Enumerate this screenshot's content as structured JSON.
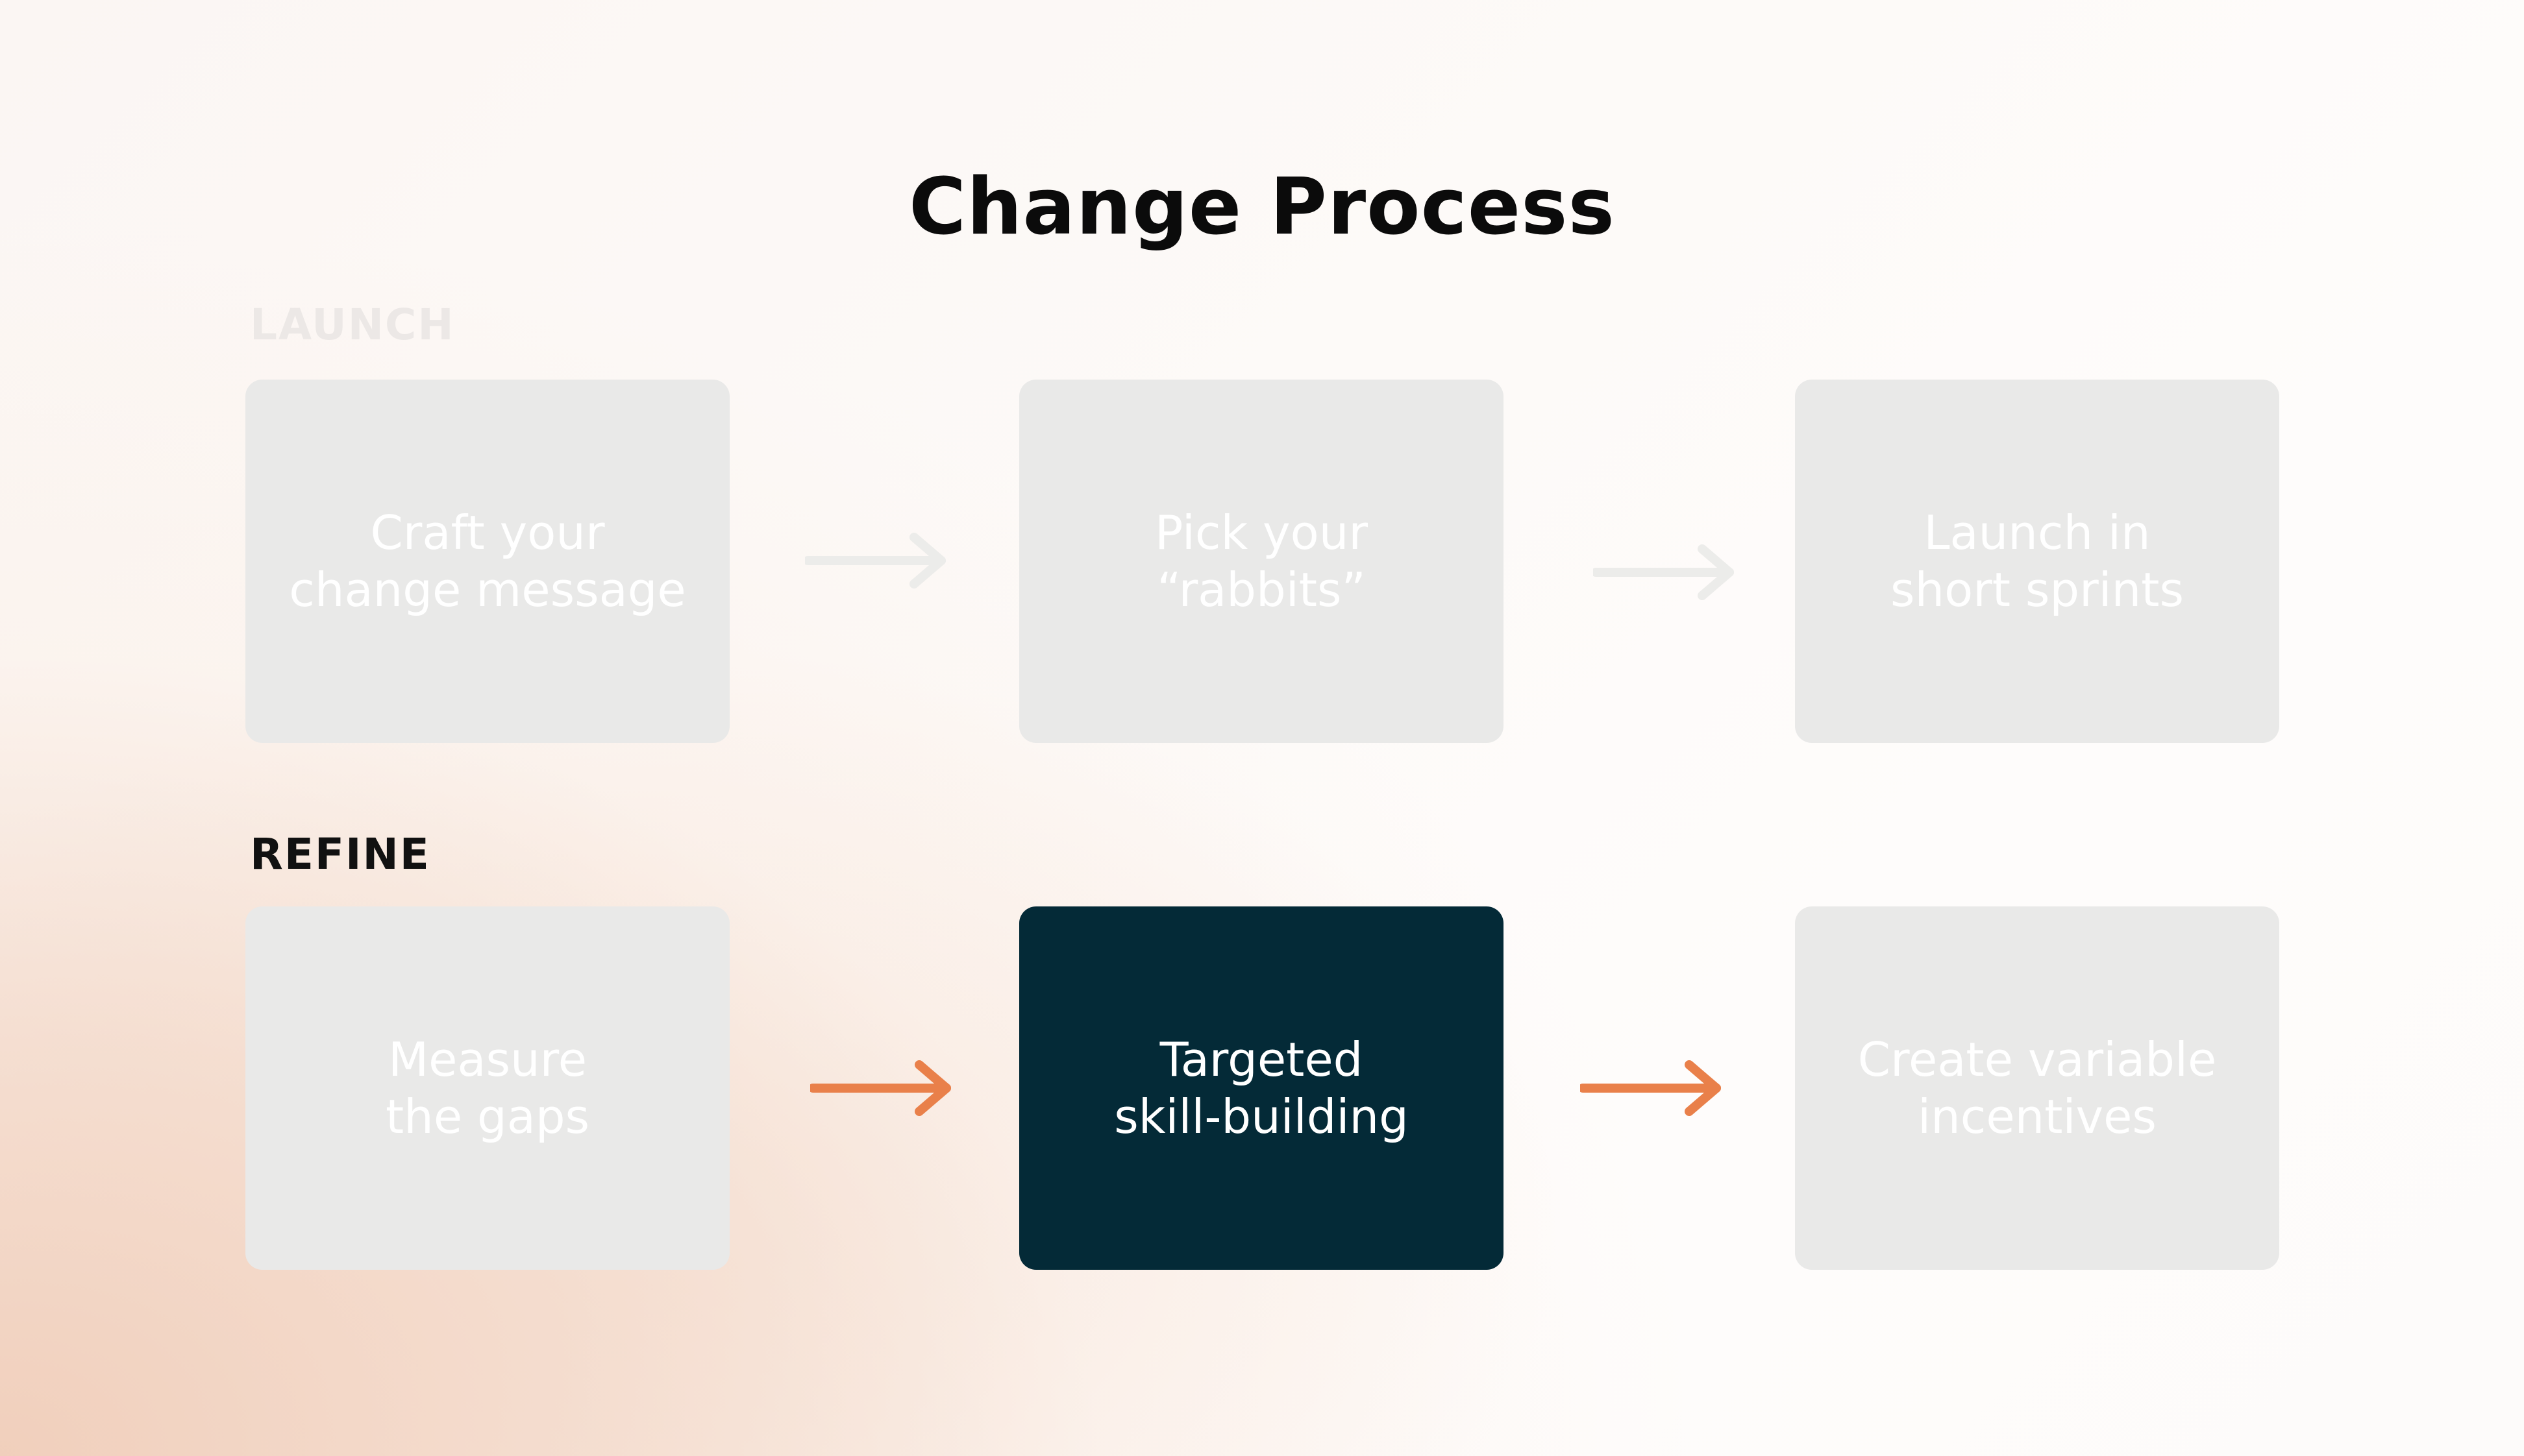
{
  "title": "Change Process",
  "sections": [
    {
      "label": "LAUNCH",
      "steps": [
        {
          "label": "Craft your\nchange message",
          "active": false
        },
        {
          "label": "Pick your\n“rabbits”",
          "active": false
        },
        {
          "label": "Launch in\nshort sprints",
          "active": false
        }
      ],
      "arrow_color": "#ececea"
    },
    {
      "label": "REFINE",
      "steps": [
        {
          "label": "Measure\nthe gaps",
          "active": false
        },
        {
          "label": "Targeted\nskill-building",
          "active": true
        },
        {
          "label": "Create variable\nincentives",
          "active": false
        }
      ],
      "arrow_color": "#e9804a"
    }
  ],
  "colors": {
    "active_card": "#042a37",
    "inactive_card": "#e9e9e8",
    "accent_arrow": "#e9804a",
    "faded_arrow": "#ececea"
  }
}
